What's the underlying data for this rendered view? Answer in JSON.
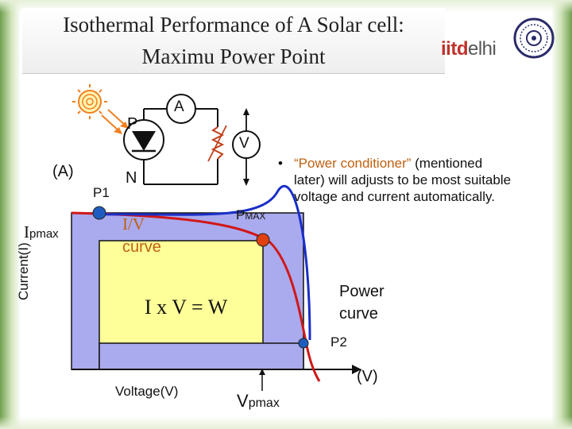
{
  "title": {
    "line1": "Isothermal Performance of A Solar cell:",
    "line2": "Maximu Power Point"
  },
  "logo": {
    "prefix": "iitd",
    "suffix": "elhi"
  },
  "circuit": {
    "ammeter": "A",
    "voltmeter": "V",
    "p_label": "P",
    "n_label": "N",
    "current_unit": "(A)"
  },
  "axes": {
    "y_label": "Current(I)",
    "x_label": "Voltage(V)",
    "x_unit": "(V)",
    "ipmax": "I",
    "ipmax_sub": "pmax",
    "vpmax": "V",
    "vpmax_sub": "pmax"
  },
  "points": {
    "p1": "P1",
    "pmax": "P",
    "pmax_sub": "MAX",
    "p2": "P2"
  },
  "curves": {
    "iv_line1": "I/V",
    "iv_line2": "curve",
    "power_line1": "Power",
    "power_line2": "curve"
  },
  "formula": "I x V = W",
  "note": {
    "bullet": "•",
    "highlight": "“Power conditioner”",
    "line1_rest": " (mentioned",
    "line2": "later) will adjusts to be most suitable",
    "line3": "voltage and current automatically."
  },
  "colors": {
    "iv_curve": "#d01818",
    "power_curve": "#1a2fc8",
    "square_fill": "#ffff99",
    "band_fill": "#aaaaee",
    "point_blue": "#1e5cc0",
    "point_orange": "#e04010"
  }
}
